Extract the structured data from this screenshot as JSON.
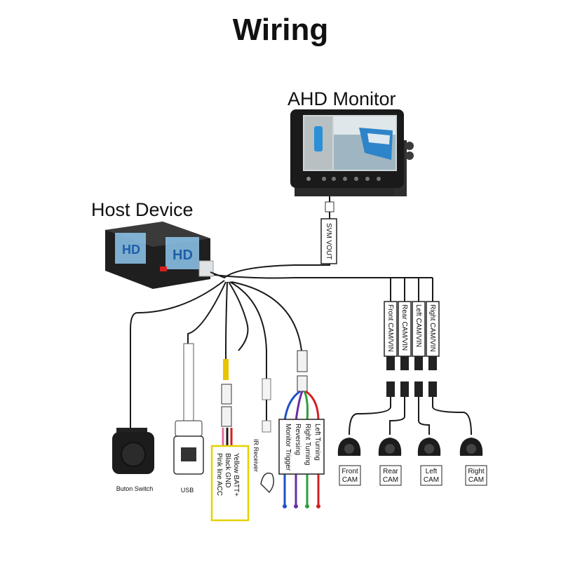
{
  "title": "Wiring",
  "monitor": {
    "label": "AHD Monitor"
  },
  "host": {
    "label": "Host Device",
    "logo": "HD"
  },
  "svm_vout": "SVM VOUT",
  "camera_cables": [
    "Front CAM/VIN",
    "Rear CAM/VIN",
    "Left CAM/VIN",
    "Right CAM/VIN"
  ],
  "cameras": [
    {
      "line1": "Front",
      "line2": "CAM"
    },
    {
      "line1": "Rear",
      "line2": "CAM"
    },
    {
      "line1": "Left",
      "line2": "CAM"
    },
    {
      "line1": "Right",
      "line2": "CAM"
    }
  ],
  "peripherals": {
    "button": "Buton Switch",
    "usb": "USB",
    "ir": "IR Receiver"
  },
  "power_wires": [
    "Yellow BATT+",
    "Black GND",
    "Pink line ACC"
  ],
  "trigger_wires": [
    "Left Turning",
    "Right Turning",
    "Reversing",
    "Monitor Trigger"
  ],
  "colors": {
    "wire": "#1a1a1a",
    "power_border": "#e6d200",
    "yellow": "#e8c400",
    "red": "#d42020",
    "pink": "#e86aa0",
    "green": "#2e9e3e",
    "blue": "#2050c8",
    "purple": "#6a2fa0",
    "accent_blue": "#3a8ad6"
  }
}
